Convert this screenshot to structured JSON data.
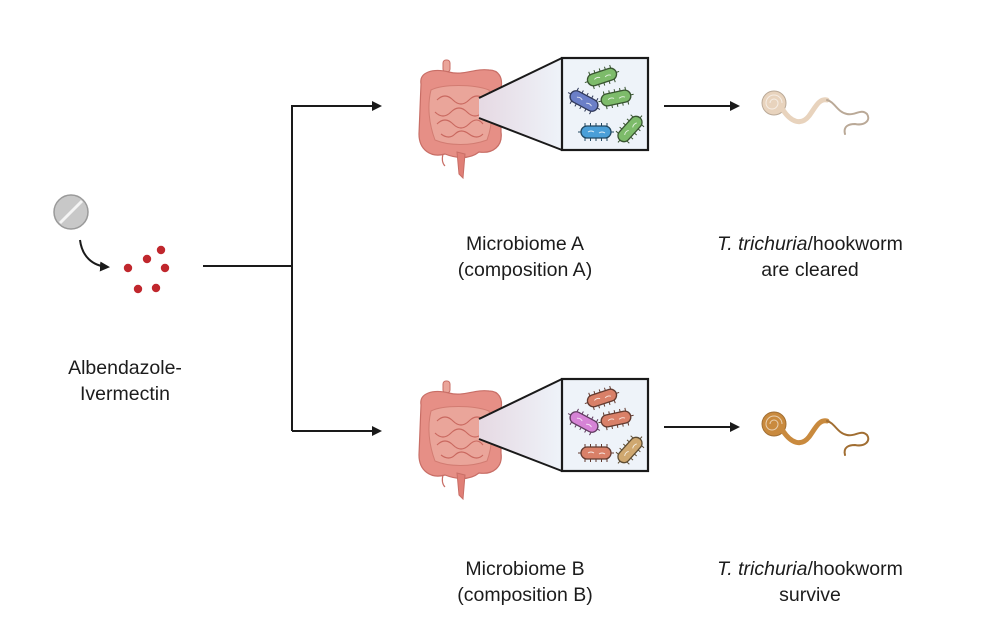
{
  "diagram": {
    "drug": {
      "label_line1": "Albendazole-",
      "label_line2": "Ivermectin",
      "pill_icon": "pill-icon",
      "particles_icon": "drug-particles-icon",
      "particle_color": "#c0272d"
    },
    "branches": [
      {
        "id": "A",
        "microbiome_line1": "Microbiome A",
        "microbiome_line2": "(composition A)",
        "gut_icon": "intestine-icon",
        "bacteria_colors": [
          "#7dbb6a",
          "#6b7fc8",
          "#7dbb6a",
          "#4a9fd8",
          "#7dbb6a"
        ],
        "outcome_italic": "T. trichuria",
        "outcome_rest": "/hookworm",
        "outcome_line2": "are cleared",
        "worm_color": "#e8d3bd",
        "worm_icon": "worm-icon"
      },
      {
        "id": "B",
        "microbiome_line1": "Microbiome B",
        "microbiome_line2": "(composition B)",
        "gut_icon": "intestine-icon",
        "bacteria_colors": [
          "#d98068",
          "#d683d6",
          "#d98068",
          "#d98068",
          "#cfa870"
        ],
        "outcome_italic": "T. trichuria",
        "outcome_rest": "/hookworm",
        "outcome_line2": "survive",
        "worm_color": "#c98a3e",
        "worm_icon": "worm-icon"
      }
    ],
    "colors": {
      "gut_fill": "#eaa59a",
      "gut_stroke": "#c86e66",
      "zoom_panel_bg": "#eef3f9",
      "line": "#1a1a1a"
    }
  }
}
